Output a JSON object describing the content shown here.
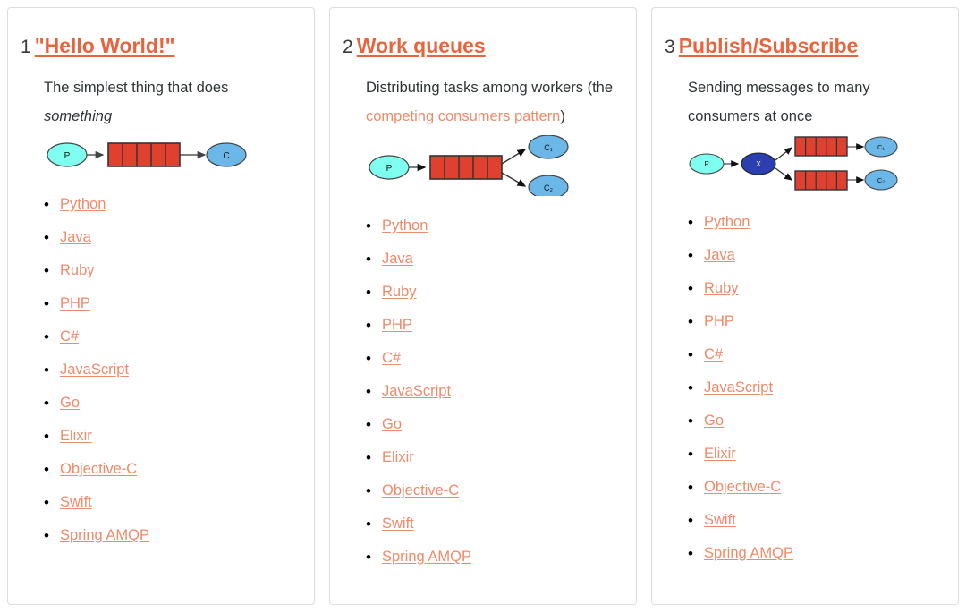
{
  "cards": [
    {
      "number": "1",
      "title": "\"Hello World!\"",
      "description_parts": [
        {
          "text": "The simplest thing that does ",
          "style": "plain"
        },
        {
          "text": "something",
          "style": "italic"
        }
      ],
      "diagram": {
        "name": "hello-world-diagram",
        "producer_label": "P",
        "queue_cells": 5,
        "consumer_labels": [
          "C"
        ],
        "exchange_label": null,
        "queues": 1
      },
      "languages": [
        "Python",
        "Java",
        "Ruby",
        "PHP",
        "C#",
        "JavaScript",
        "Go",
        "Elixir",
        "Objective-C",
        "Swift",
        "Spring AMQP"
      ]
    },
    {
      "number": "2",
      "title": "Work queues",
      "description_parts": [
        {
          "text": "Distributing tasks among workers (the ",
          "style": "plain"
        },
        {
          "text": "competing consumers pattern",
          "style": "link"
        },
        {
          "text": ")",
          "style": "plain"
        }
      ],
      "diagram": {
        "name": "work-queues-diagram",
        "producer_label": "P",
        "queue_cells": 5,
        "consumer_labels": [
          "C₁",
          "C₂"
        ],
        "exchange_label": null,
        "queues": 1
      },
      "languages": [
        "Python",
        "Java",
        "Ruby",
        "PHP",
        "C#",
        "JavaScript",
        "Go",
        "Elixir",
        "Objective-C",
        "Swift",
        "Spring AMQP"
      ]
    },
    {
      "number": "3",
      "title": "Publish/Subscribe",
      "description_parts": [
        {
          "text": "Sending messages to many consumers at once",
          "style": "plain"
        }
      ],
      "diagram": {
        "name": "publish-subscribe-diagram",
        "producer_label": "P",
        "queue_cells": 5,
        "consumer_labels": [
          "C₁",
          "C₂"
        ],
        "exchange_label": "X",
        "queues": 2
      },
      "languages": [
        "Python",
        "Java",
        "Ruby",
        "PHP",
        "C#",
        "JavaScript",
        "Go",
        "Elixir",
        "Objective-C",
        "Swift",
        "Spring AMQP"
      ]
    }
  ],
  "colors": {
    "heading_link": "#e8643a",
    "body_link": "#ef8a6a",
    "producer_fill": "#7FFFEF",
    "consumer_fill": "#6BB7E8",
    "exchange_fill": "#2B3FB0",
    "queue_fill": "#E04030",
    "card_border": "#dddddd",
    "text": "#2e3436"
  }
}
